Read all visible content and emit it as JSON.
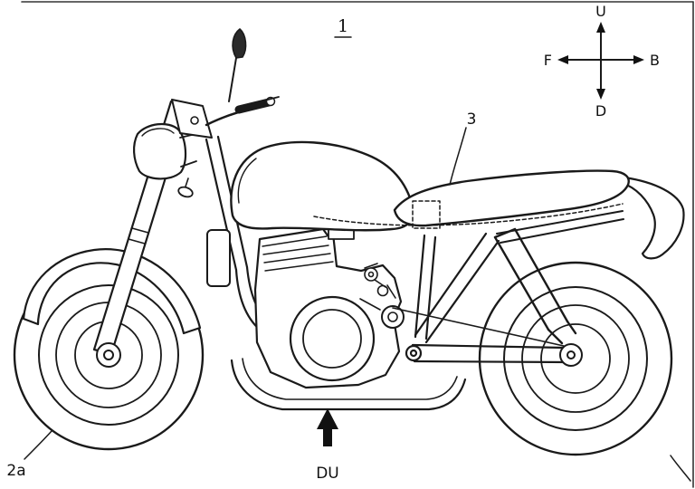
{
  "figure": {
    "figure_number": "1",
    "part_labels": {
      "seat": "3",
      "front_tire": "2a",
      "down_direction": "DU"
    },
    "compass": {
      "up": "U",
      "down": "D",
      "front": "F",
      "back": "B"
    }
  },
  "colors": {
    "background": "#ffffff",
    "line": "#1a1a1a"
  }
}
